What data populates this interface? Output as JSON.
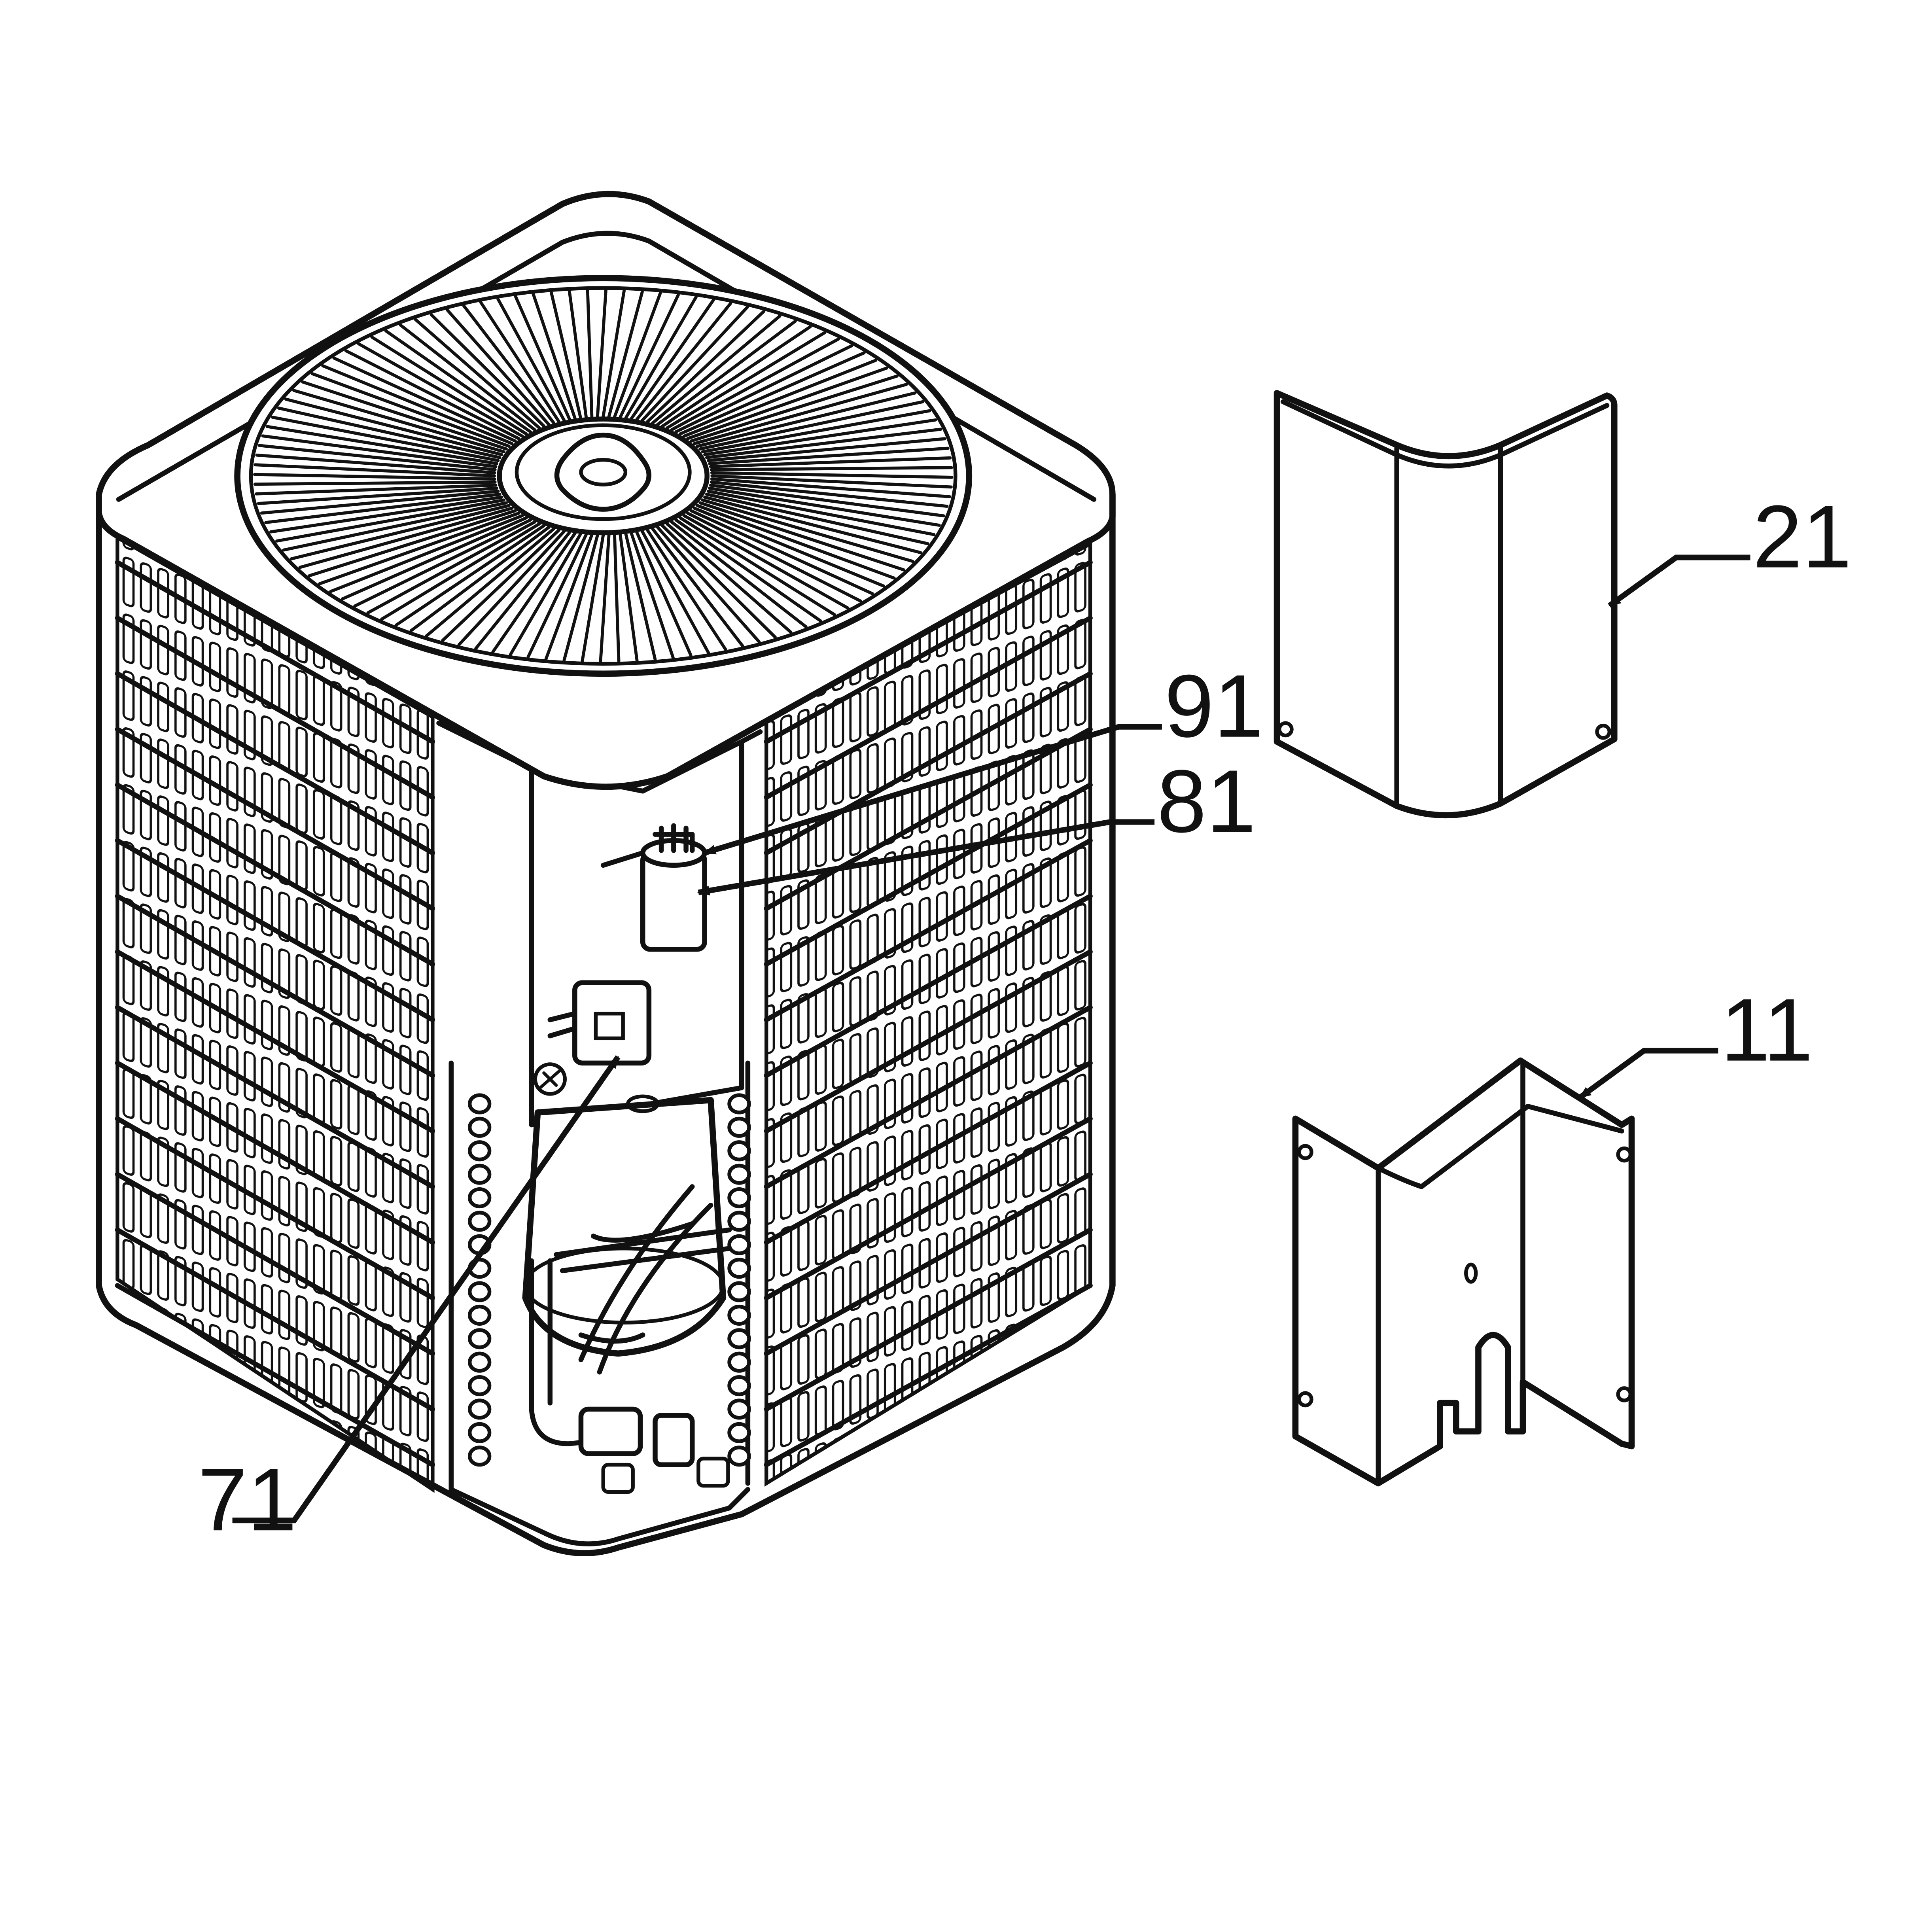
{
  "diagram": {
    "callouts": [
      {
        "id": "c21",
        "label": "21"
      },
      {
        "id": "c91",
        "label": "91"
      },
      {
        "id": "c81",
        "label": "81"
      },
      {
        "id": "c11",
        "label": "11"
      },
      {
        "id": "c71",
        "label": "71"
      }
    ]
  }
}
